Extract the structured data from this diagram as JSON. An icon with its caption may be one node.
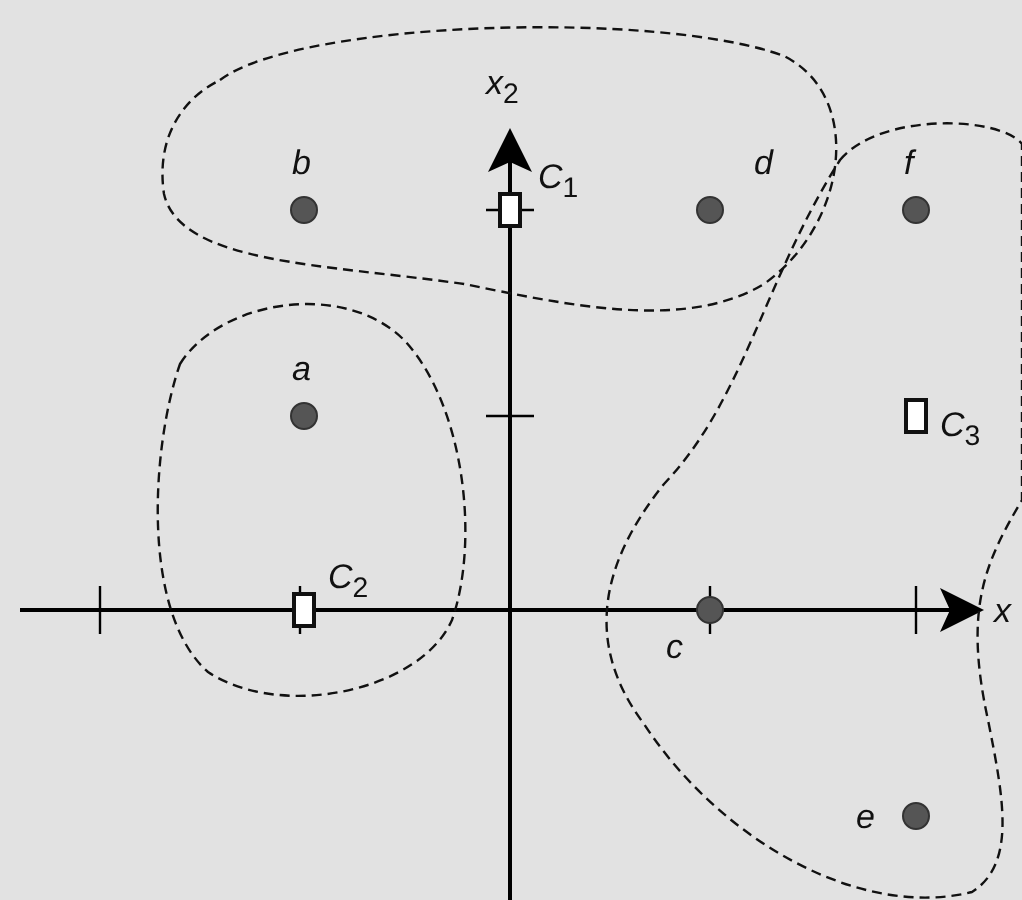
{
  "diagram": {
    "nodes": [
      {
        "text": [],
        "shape": "cloud"
      },
      {
        "text": [
          "*b*"
        ],
        "in": 0
      },
      {
        "text": [
          "*C*$_{1}$"
        ],
        "in": 0
      },
      {
        "text": [
          "*d*"
        ],
        "in": 0
      },
      {
        "text": [],
        "shape": "cloud"
      },
      {
        "text": [
          "*f*"
        ],
        "in": 4
      },
      {
        "text": [],
        "shape": "cloud"
      },
      {
        "text": [
          "*a*"
        ],
        "in": 6
      },
      {
        "text": [
          "*C*$_{3}$"
        ],
        "in": 4
      },
      {
        "text": [
          "*C*$_{2}$"
        ],
        "in": 6
      },
      {
        "text": [
          "*c*"
        ],
        "in": 4
      },
      {
        "text": [
          "*e*"
        ],
        "in": 4
      }
    ],
    "edges": [],
    "labels": [
      "*x*$_{2}$",
      "*x*"
    ]
  }
}
